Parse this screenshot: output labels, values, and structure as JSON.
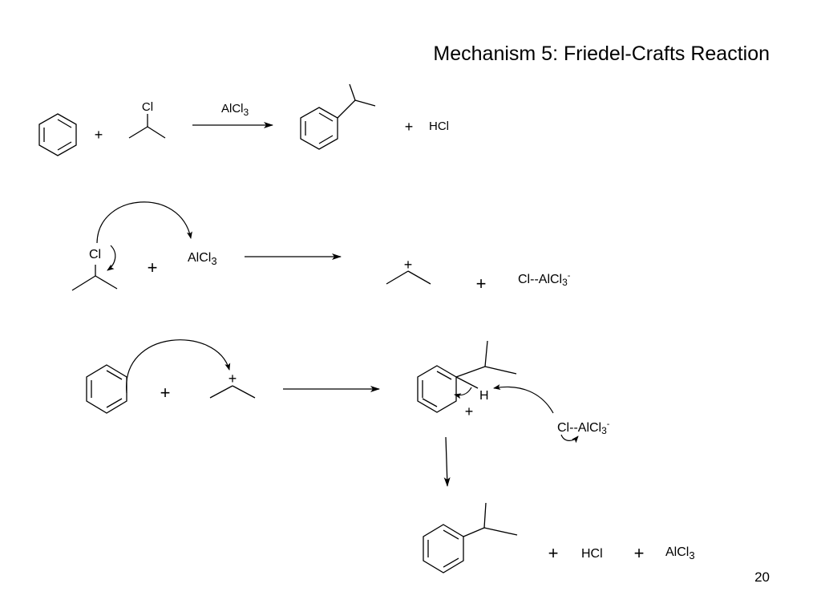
{
  "title": "Mechanism 5:  Friedel-Crafts Reaction",
  "page_number": "20",
  "plus_sign": "+",
  "overall": {
    "chloride_label": "Cl",
    "catalyst": {
      "base": "AlCl",
      "sub": "3"
    },
    "byproduct": "HCl"
  },
  "step1": {
    "chloride_label": "Cl",
    "catalyst": {
      "base": "AlCl",
      "sub": "3"
    },
    "cation_charge": "+",
    "complex": {
      "base": "Cl--AlCl",
      "sub": "3",
      "sup": "-"
    }
  },
  "step2": {
    "cation_charge": "+",
    "hydrogen": "H",
    "ring_charge": "+",
    "complex": {
      "base": "Cl--AlCl",
      "sub": "3",
      "sup": "-"
    }
  },
  "step3": {
    "byproduct": "HCl",
    "catalyst": {
      "base": "AlCl",
      "sub": "3"
    }
  }
}
